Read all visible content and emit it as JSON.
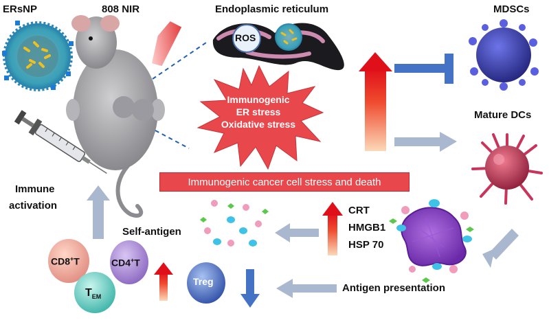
{
  "labels": {
    "ersnp": "ERsNP",
    "nir": "808 NIR",
    "er": "Endoplasmic reticulum",
    "mdscs": "MDSCs",
    "mature_dcs": "Mature DCs",
    "immune": "Immune",
    "activation": "activation",
    "self_antigen": "Self-antigen",
    "antigen_presentation": "Antigen presentation",
    "ros": "ROS",
    "treg": "Treg",
    "cd8": "CD8",
    "cd4": "CD4",
    "t_em": "T",
    "t_em_sub": "EM",
    "plus": "+",
    "t_suffix": "T"
  },
  "burst": [
    "Immunogenic",
    "ER stress",
    "Oxidative stress"
  ],
  "banner": "Immunogenic cancer cell stress and death",
  "damps": [
    "CRT",
    "HMGB1",
    "HSP 70"
  ],
  "colors": {
    "red": "#e8474c",
    "arrow_blue": "#4472c4",
    "arrow_grey": "#a9b7cf",
    "mdsc": "#3b3fb8",
    "dc": "#c8345a"
  }
}
